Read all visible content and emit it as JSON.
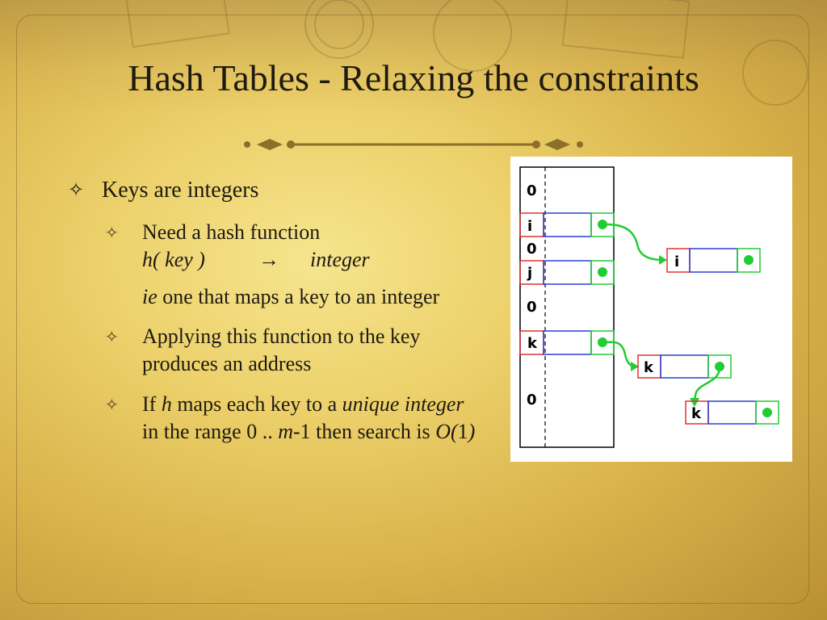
{
  "slide": {
    "title": "Hash Tables - Relaxing the constraints",
    "bullets": {
      "b1": "Keys are integers",
      "s1_line1": "Need a hash function",
      "s1_h": "h( key )",
      "s1_arrow": "→",
      "s1_int": "integer",
      "s1_ie": "ie",
      "s1_rest": " one that maps a key to an integer",
      "s2": "Applying this function to the key produces an address",
      "s3_a": "If ",
      "s3_h": "h",
      "s3_b": " maps each key to a ",
      "s3_unique": "unique integer",
      "s3_c": " in the range 0 .. ",
      "s3_m": "m",
      "s3_d": "-1 then search is ",
      "s3_o": "O(",
      "s3_one": "1",
      "s3_close": ")"
    }
  },
  "diagram": {
    "table_labels": [
      "0",
      "i",
      "0",
      "j",
      "0",
      "k",
      "0"
    ],
    "chain_i": [
      "i"
    ],
    "chain_k": [
      "k",
      "k"
    ],
    "colors": {
      "table_border": "#000000",
      "key_border": "#e23030",
      "data_border": "#2a3fd4",
      "link_border": "#22cc33",
      "link_dot": "#22cc33",
      "arrow": "#22cc33"
    }
  },
  "theme": {
    "accent": "#8a7028",
    "text": "#1e1a10"
  }
}
